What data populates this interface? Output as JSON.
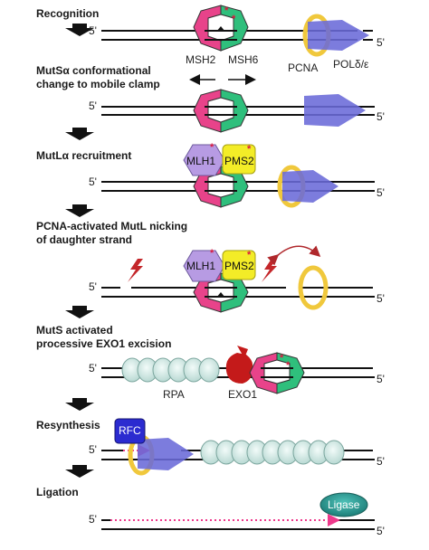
{
  "steps": {
    "recognition": "Recognition",
    "conformational_line1": "MutSα conformational",
    "conformational_line2": "change to mobile clamp",
    "mutl_recruit": "MutLα recruitment",
    "pcna_nicking_line1": "PCNA-activated MutL nicking",
    "pcna_nicking_line2": "of daughter strand",
    "exo1_line1": "MutS activated",
    "exo1_line2": "processive EXO1 excision",
    "resynthesis": "Resynthesis",
    "ligation": "Ligation"
  },
  "strand_end_label": "5'",
  "proteins": {
    "msh2": "MSH2",
    "msh6": "MSH6",
    "pcna": "PCNA",
    "pol": "POLδ/ε",
    "mlh1": "MLH1",
    "pms2": "PMS2",
    "rpa": "RPA",
    "exo1": "EXO1",
    "rfc": "RFC",
    "ligase": "Ligase"
  },
  "colors": {
    "msh2_pink": "#e8438a",
    "msh6_green": "#2fbf7c",
    "mlh1_purple": "#b79be3",
    "pms2_yellow": "#f3ec27",
    "pcna_ring": "#f0c83c",
    "pol_blue": "#6a6ad8",
    "rpa": "#cfe6e1",
    "exo1_red": "#c41a1a",
    "rfc_blue": "#2b2bd0",
    "ligase_teal": "#2a9a92",
    "new_strand_pink": "#ee3a8c",
    "lightning_red": "#c4262a",
    "arrow_dark": "#111111"
  },
  "icons": [
    "down-arrow-icon",
    "lightning-icon",
    "double-arrow-icon",
    "curved-arrow-icon",
    "asterisk-mark-icon"
  ]
}
